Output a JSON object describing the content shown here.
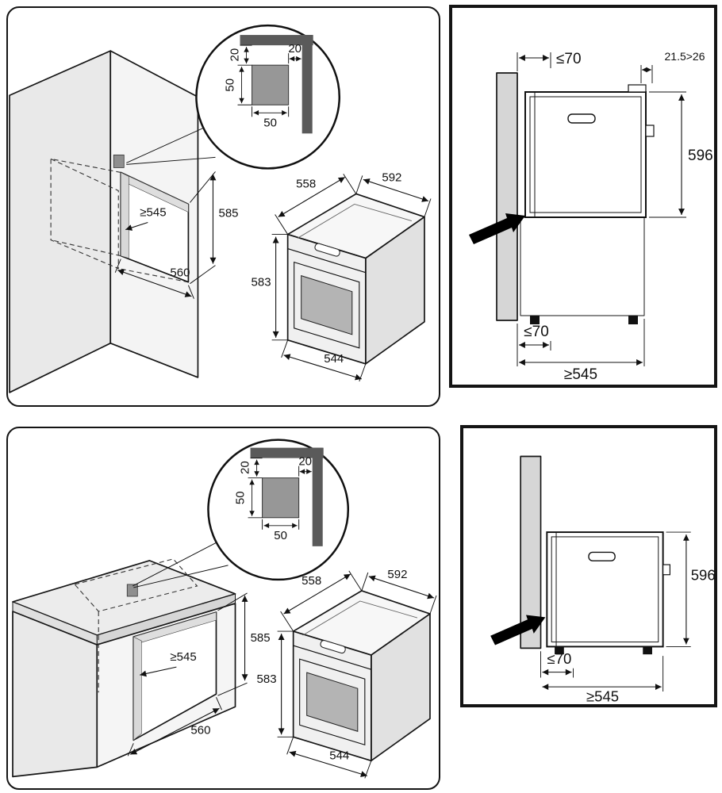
{
  "panel_column_install": {
    "detail_gap_top": "20",
    "detail_gap_side": "20",
    "detail_height": "50",
    "detail_width": "50",
    "niche_width": "≥545",
    "niche_height": "585",
    "niche_depth": "560",
    "oven_depth_top": "558",
    "oven_width_top": "592",
    "oven_height": "583",
    "oven_width_bottom": "544"
  },
  "panel_column_side": {
    "top_clearance": "≤70",
    "rear_gap": "21.5>26",
    "oven_height": "596",
    "bottom_clearance": "≤70",
    "min_depth": "≥545"
  },
  "panel_under_install": {
    "detail_gap_top": "20",
    "detail_gap_side": "20",
    "detail_height": "50",
    "detail_width": "50",
    "niche_width": "≥545",
    "niche_height": "585",
    "niche_depth": "560",
    "oven_depth_top": "558",
    "oven_width_top": "592",
    "oven_height": "583",
    "oven_width_bottom": "544"
  },
  "panel_under_side": {
    "oven_height": "596",
    "bottom_clearance": "≤70",
    "min_depth": "≥545"
  }
}
